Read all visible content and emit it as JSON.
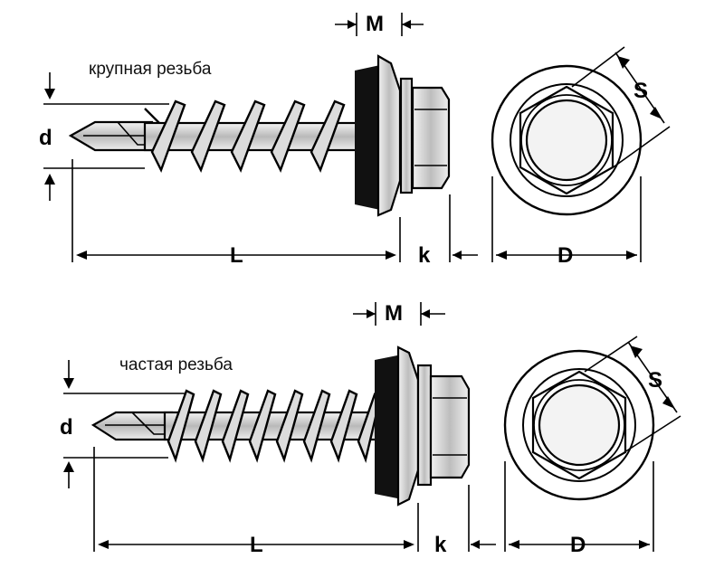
{
  "screw_coarse": {
    "caption": "крупная резьба",
    "labels": {
      "d": "d",
      "L": "L",
      "k": "k",
      "M": "M",
      "S": "S",
      "D": "D"
    }
  },
  "screw_fine": {
    "caption": "частая резьба",
    "labels": {
      "d": "d",
      "L": "L",
      "k": "k",
      "M": "M",
      "S": "S",
      "D": "D"
    }
  },
  "colors": {
    "ink": "#000000",
    "washer": "#111111",
    "thread_light": "#e6e6e6",
    "thread_dark": "#6b6b6b"
  }
}
